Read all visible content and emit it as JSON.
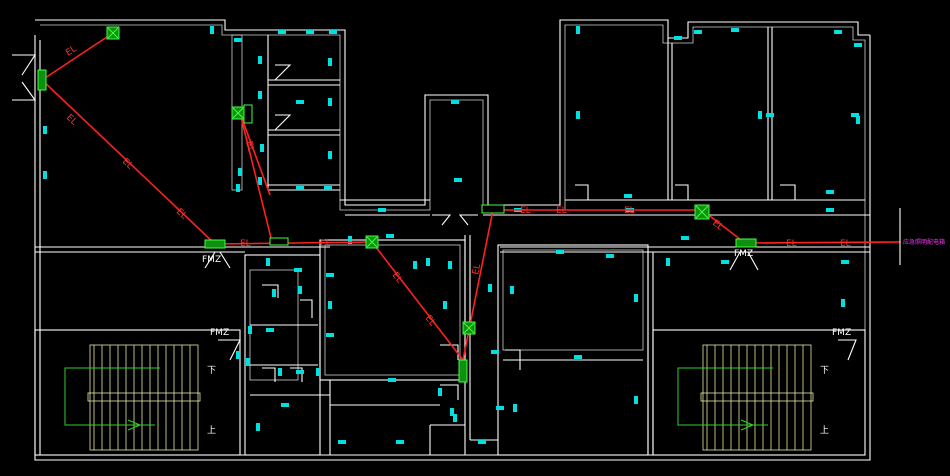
{
  "colors": {
    "background": "#000000",
    "wall": "#ffffff",
    "circuit": "#ff2020",
    "fixture": "#00e0e0",
    "device": "#40ff40",
    "stair": "#e8e8a0",
    "terminal_label": "#ff30ff"
  },
  "labels": {
    "circuit_tag": "EL",
    "door_fmz": "FMZ",
    "stair_down": "下",
    "stair_up": "上",
    "terminal": "应急照明配电箱"
  },
  "icons": {
    "exit_sign": "emergency-exit-sign-icon",
    "emergency_light": "emergency-light-icon",
    "fixture": "fluorescent-fixture-icon"
  }
}
